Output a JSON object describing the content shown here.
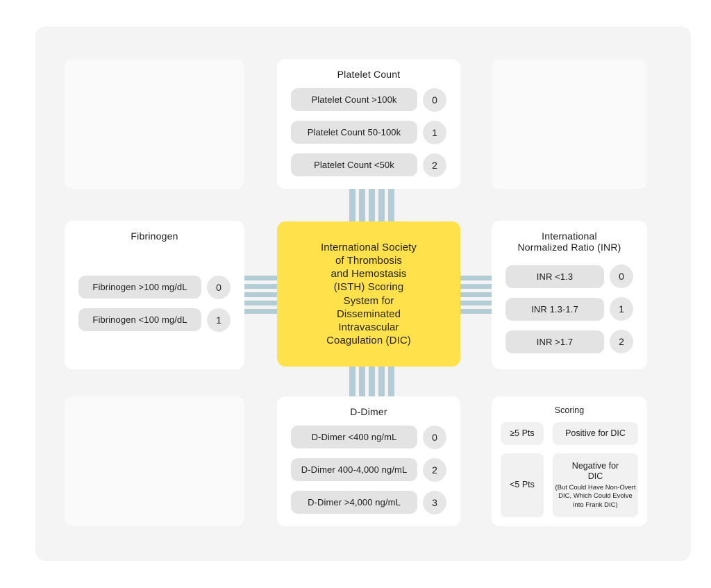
{
  "colors": {
    "page_bg": "#ffffff",
    "canvas_bg": "#f4f4f4",
    "panel_bg": "#ffffff",
    "empty_panel_bg": "#fafafa",
    "pill_bg": "#e3e3e3",
    "badge_bg": "#e6e6e6",
    "scoring_box_bg": "#f1f1f1",
    "accent_yellow": "#ffe24b",
    "connector_stripe": "#b3cdd6",
    "text": "#1d1d1d"
  },
  "center": {
    "lines": [
      "International Society",
      "of Thrombosis",
      "and Hemostasis",
      "(ISTH) Scoring",
      "System for",
      "Disseminated",
      "Intravascular",
      "Coagulation (DIC)"
    ]
  },
  "panels": {
    "platelet": {
      "title": "Platelet Count",
      "rows": [
        {
          "label": "Platelet Count >100k",
          "score": "0"
        },
        {
          "label": "Platelet Count 50-100k",
          "score": "1"
        },
        {
          "label": "Platelet Count <50k",
          "score": "2"
        }
      ]
    },
    "fibrinogen": {
      "title": "Fibrinogen",
      "rows": [
        {
          "label": "Fibrinogen >100 mg/dL",
          "score": "0"
        },
        {
          "label": "Fibrinogen <100 mg/dL",
          "score": "1"
        }
      ]
    },
    "inr": {
      "title_lines": [
        "International",
        "Normalized Ratio (INR)"
      ],
      "rows": [
        {
          "label": "INR <1.3",
          "score": "0"
        },
        {
          "label": "INR 1.3-1.7",
          "score": "1"
        },
        {
          "label": "INR >1.7",
          "score": "2"
        }
      ]
    },
    "ddimer": {
      "title": "D-Dimer",
      "rows": [
        {
          "label": "D-Dimer <400 ng/mL",
          "score": "0"
        },
        {
          "label": "D-Dimer 400-4,000 ng/mL",
          "score": "2"
        },
        {
          "label": "D-Dimer >4,000 ng/mL",
          "score": "3"
        }
      ]
    },
    "scoring": {
      "title": "Scoring",
      "rows": [
        {
          "points": "≥5 Pts",
          "result": "Positive for DIC",
          "note": ""
        },
        {
          "points": "<5 Pts",
          "result": "Negative for DIC",
          "note": "(But Could Have Non-Overt DIC, Which Could Evolve into Frank DIC)"
        }
      ]
    }
  }
}
